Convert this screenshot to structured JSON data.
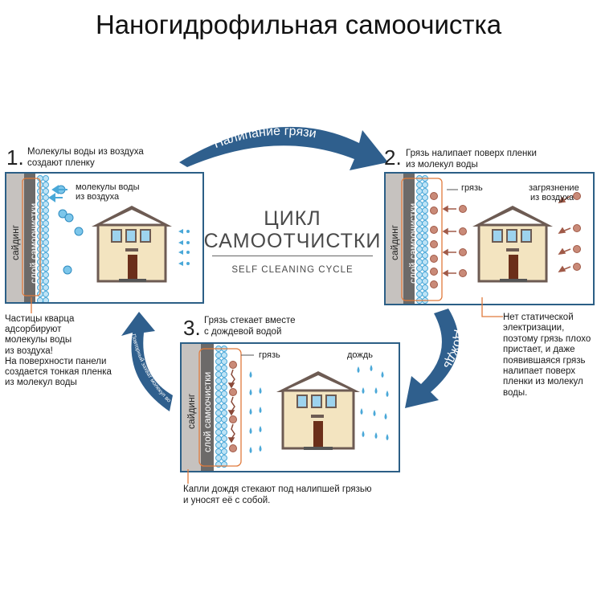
{
  "title": "Наногидрофильная самоочистка",
  "center": {
    "line1": "ЦИКЛ",
    "line2": "САМООТЧИСТКИ",
    "line3": "SELF CLEANING CYCLE"
  },
  "arrows": {
    "top": "Налипание грязи",
    "right": "Дождь",
    "left": "Повторный захват молекул воды"
  },
  "step1": {
    "number": "1.",
    "caption_line1": "Молекулы воды из воздуха",
    "caption_line2": "создают пленку",
    "siding": "сайдинг",
    "layer": "слой самоочистки",
    "molecules_line1": "молекулы воды",
    "molecules_line2": "из воздуха",
    "note": [
      "Частицы кварца",
      "адсорбируют",
      "молекулы воды",
      "из воздуха!",
      "На поверхности панели",
      "создается тонкая пленка",
      "из молекул воды"
    ]
  },
  "step2": {
    "number": "2.",
    "caption_line1": "Грязь налипает поверх пленки",
    "caption_line2": "из молекул воды",
    "siding": "сайдинг",
    "layer": "слой самоочистки",
    "dirt": "грязь",
    "pollution_line1": "загрязнение",
    "pollution_line2": "из воздуха",
    "note": [
      "Нет статической",
      "электризации,",
      "поэтому грязь плохо",
      "пристает, и даже",
      "появившаяся грязь",
      "налипает поверх",
      "пленки из молекул",
      "воды."
    ]
  },
  "step3": {
    "number": "3.",
    "caption_line1": "Грязь стекает вместе",
    "caption_line2": "с дождевой водой",
    "siding": "сайдинг",
    "layer": "слой самоочистки",
    "dirt": "грязь",
    "rain": "дождь",
    "note_line1": "Капли дождя стекают под налипшей грязью",
    "note_line2": "и уносят её с собой."
  },
  "colors": {
    "frame": "#2c5f86",
    "arrow": "#2f5f8d",
    "orange_line": "#e07a3c",
    "droplet": "#4aa8d8",
    "house_wall": "#f3e4c0",
    "roof": "#6d5b53",
    "dirt": "#c98a78"
  }
}
